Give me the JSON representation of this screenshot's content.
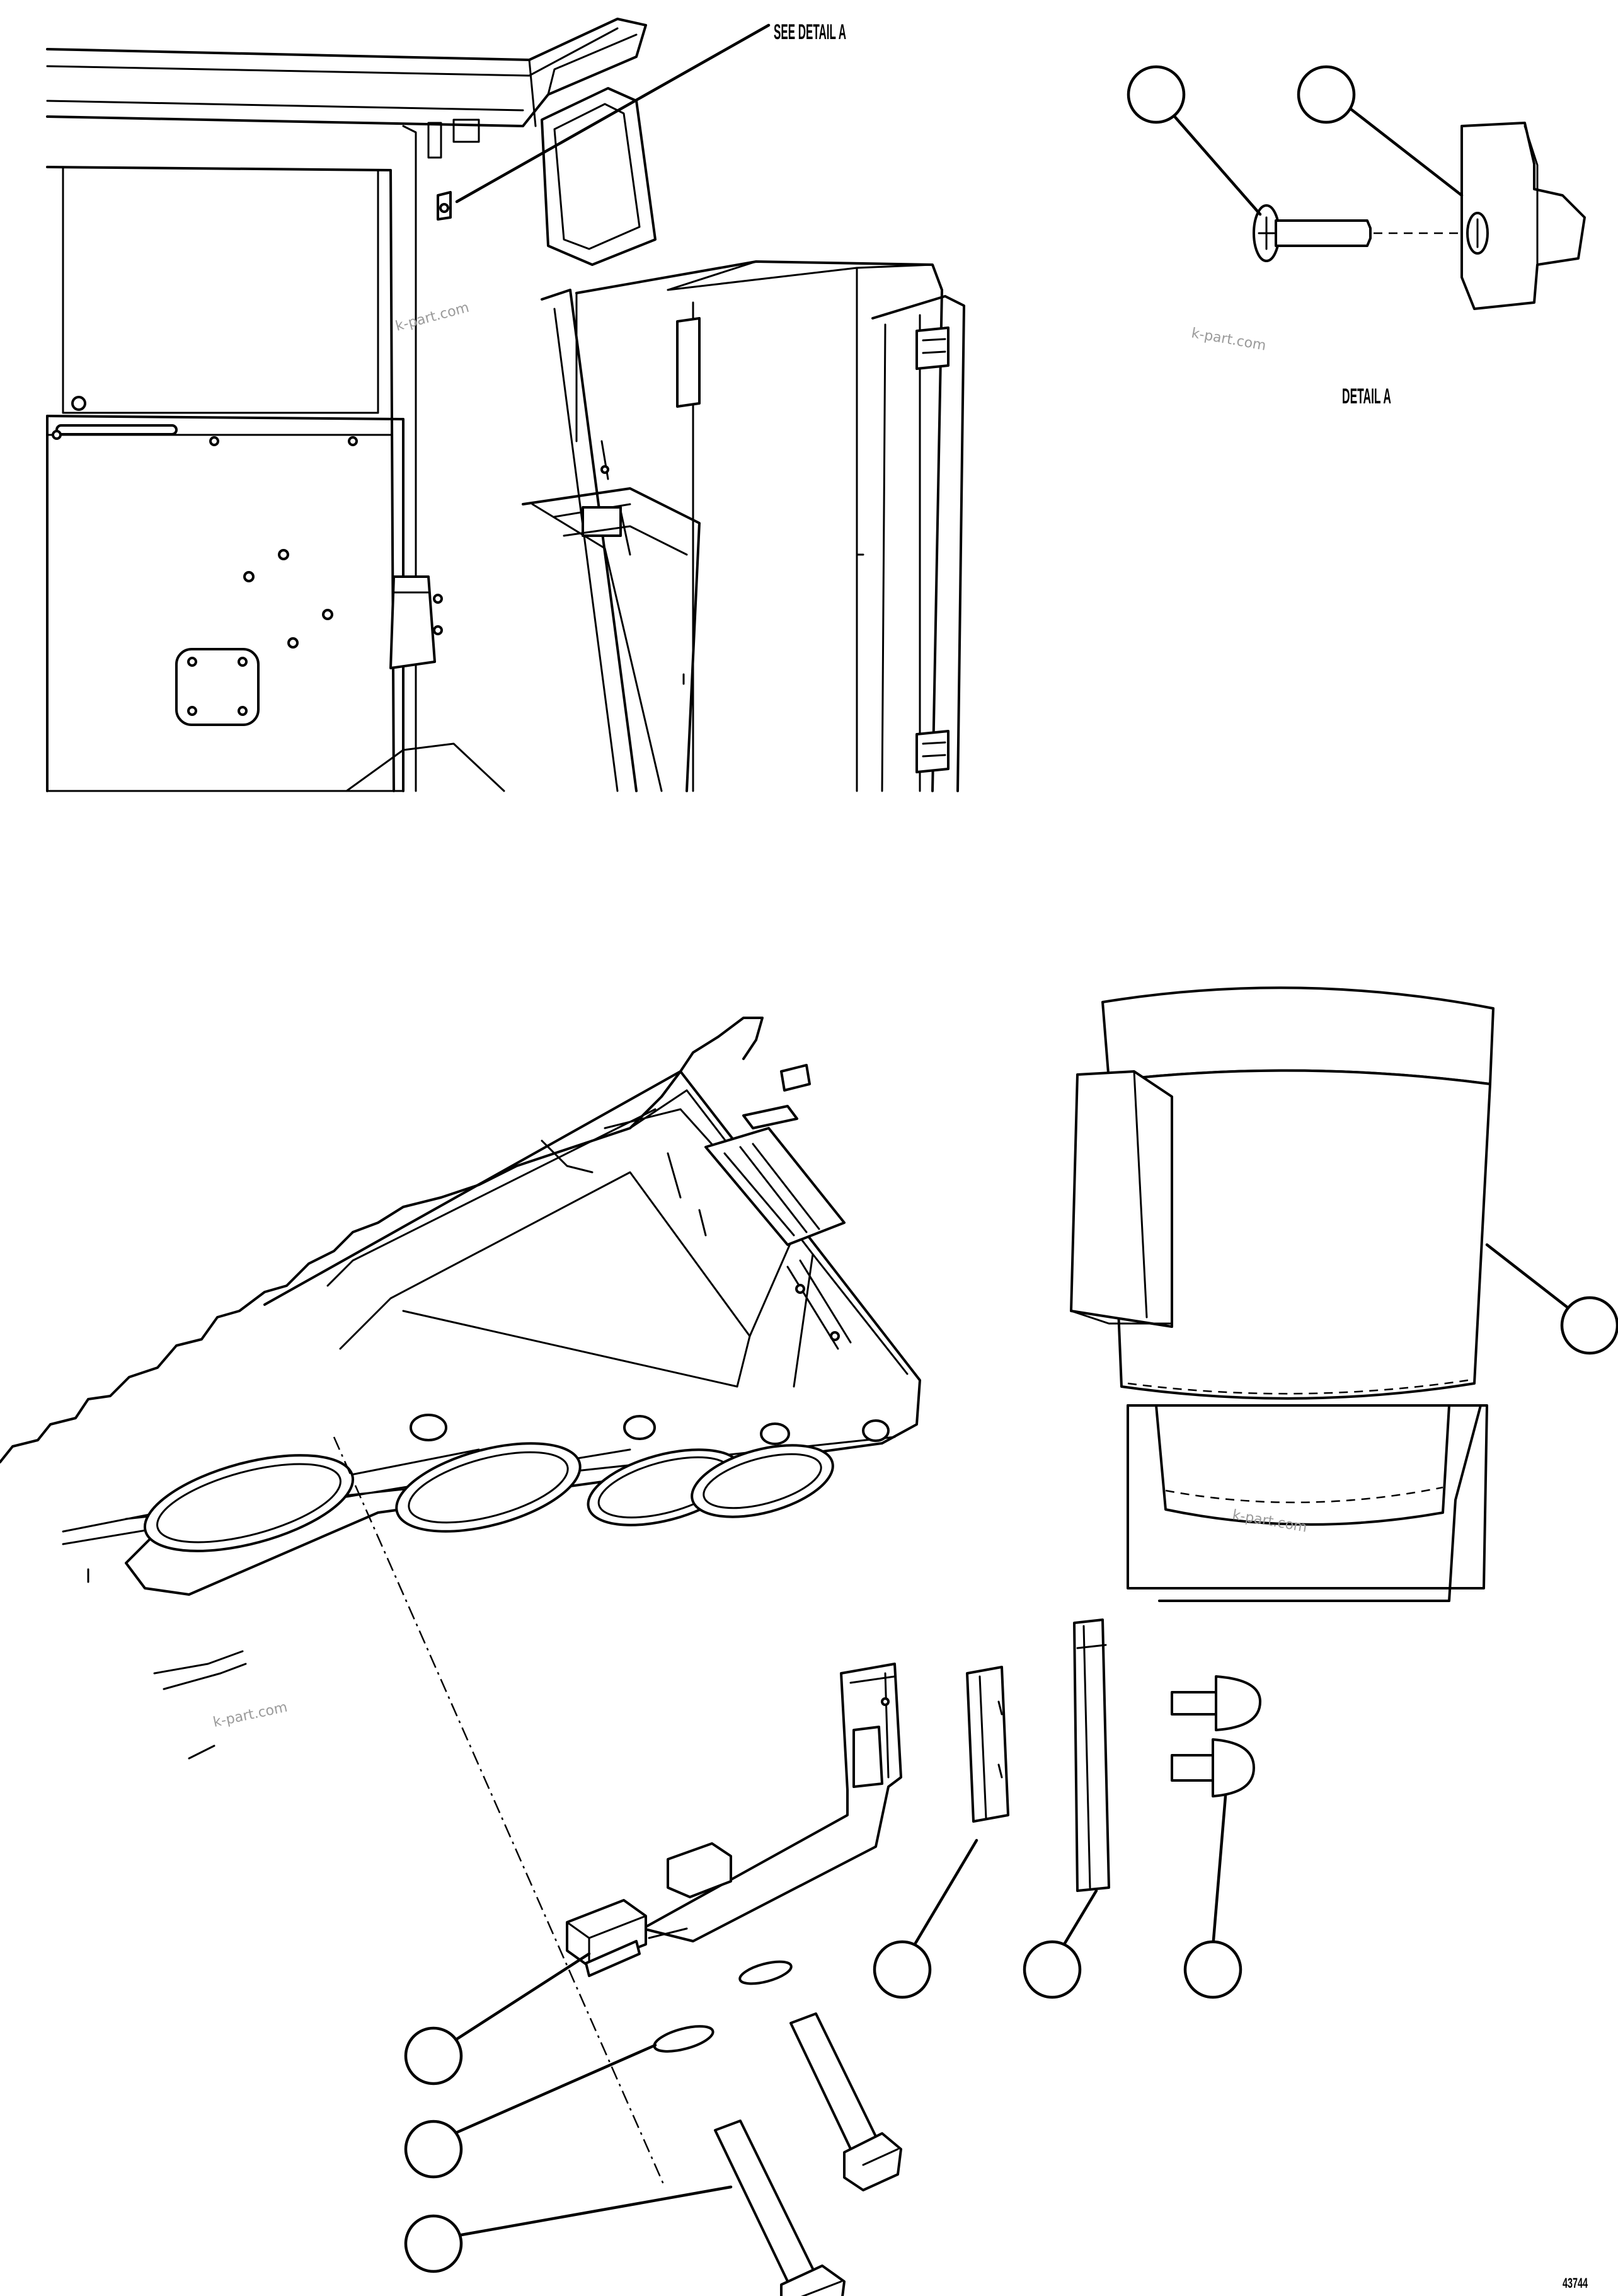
{
  "callouts": {
    "see_detail": "SEE DETAIL A",
    "detail_title": "DETAIL A"
  },
  "watermark": {
    "text": "k-part.com"
  },
  "drawing_number": "43744"
}
